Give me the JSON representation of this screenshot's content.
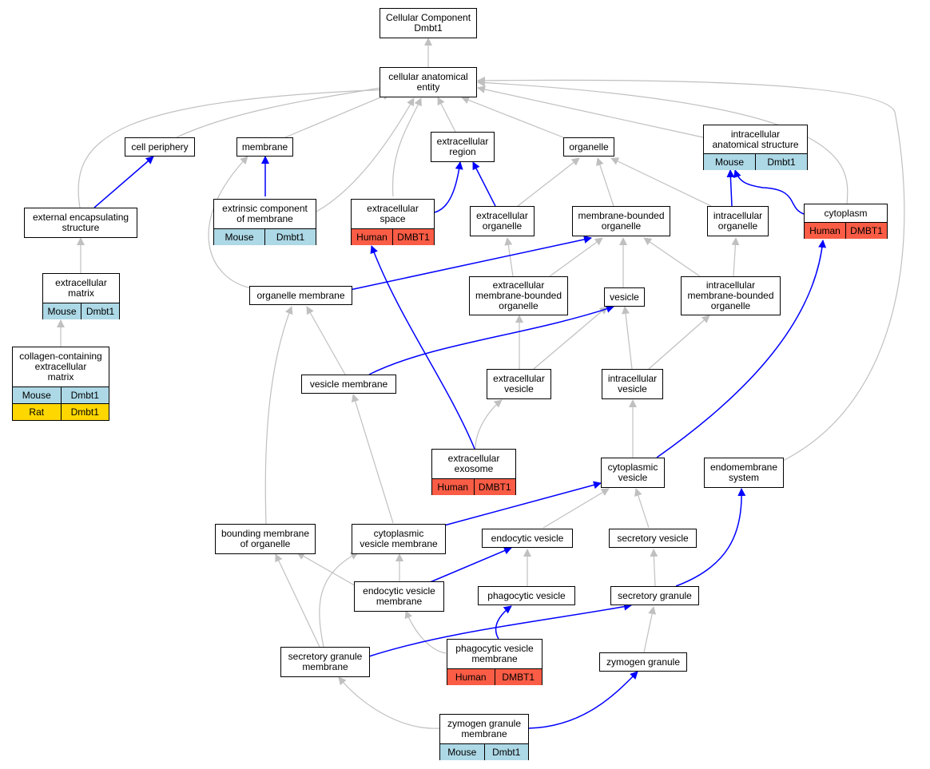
{
  "colors": {
    "mouse": "#add8e6",
    "rat": "#ffd700",
    "human": "#fa5c45",
    "edge_gray": "#c0c0c0",
    "edge_blue": "#0000ff"
  },
  "nodes": {
    "root": {
      "label": "Cellular Component\nDmbt1"
    },
    "cae": {
      "label": "cellular anatomical\nentity"
    },
    "cellper": {
      "label": "cell periphery"
    },
    "membrane": {
      "label": "membrane"
    },
    "extreg": {
      "label": "extracellular\nregion"
    },
    "organelle": {
      "label": "organelle"
    },
    "intanat": {
      "label": "intracellular\nanatomical structure",
      "rows": [
        [
          "Mouse",
          "Dmbt1"
        ]
      ]
    },
    "extencap": {
      "label": "external encapsulating\nstructure"
    },
    "extrinsic": {
      "label": "extrinsic component\nof membrane",
      "rows": [
        [
          "Mouse",
          "Dmbt1"
        ]
      ]
    },
    "extspace": {
      "label": "extracellular\nspace",
      "rows": [
        [
          "Human",
          "DMBT1"
        ]
      ]
    },
    "extorg": {
      "label": "extracellular\norganelle"
    },
    "membound": {
      "label": "membrane-bounded\norganelle"
    },
    "intorg": {
      "label": "intracellular\norganelle"
    },
    "cytoplasm": {
      "label": "cytoplasm",
      "rows": [
        [
          "Human",
          "DMBT1"
        ]
      ]
    },
    "extmatrix": {
      "label": "extracellular\nmatrix",
      "rows": [
        [
          "Mouse",
          "Dmbt1"
        ]
      ]
    },
    "orgmem": {
      "label": "organelle membrane"
    },
    "extmbo": {
      "label": "extracellular\nmembrane-bounded\norganelle"
    },
    "vesicle": {
      "label": "vesicle"
    },
    "intmbo": {
      "label": "intracellular\nmembrane-bounded\norganelle"
    },
    "collagen": {
      "label": "collagen-containing\nextracellular\nmatrix",
      "rows": [
        [
          "Mouse",
          "Dmbt1"
        ],
        [
          "Rat",
          "Dmbt1"
        ]
      ]
    },
    "vesmem": {
      "label": "vesicle membrane"
    },
    "extves": {
      "label": "extracellular\nvesicle"
    },
    "intves": {
      "label": "intracellular\nvesicle"
    },
    "exosome": {
      "label": "extracellular\nexosome",
      "rows": [
        [
          "Human",
          "DMBT1"
        ]
      ]
    },
    "cytoves": {
      "label": "cytoplasmic\nvesicle"
    },
    "endomem": {
      "label": "endomembrane\nsystem"
    },
    "bounding": {
      "label": "bounding membrane\nof organelle"
    },
    "cytovesmem": {
      "label": "cytoplasmic\nvesicle membrane"
    },
    "endoves": {
      "label": "endocytic vesicle"
    },
    "secves": {
      "label": "secretory vesicle"
    },
    "endovesmem": {
      "label": "endocytic vesicle\nmembrane"
    },
    "phagoves": {
      "label": "phagocytic vesicle"
    },
    "secgran": {
      "label": "secretory granule"
    },
    "phagovesmem": {
      "label": "phagocytic vesicle\nmembrane",
      "rows": [
        [
          "Human",
          "DMBT1"
        ]
      ]
    },
    "secgranmem": {
      "label": "secretory granule\nmembrane"
    },
    "zymogen": {
      "label": "zymogen granule"
    },
    "zymogenmem": {
      "label": "zymogen granule\nmembrane",
      "rows": [
        [
          "Mouse",
          "Dmbt1"
        ]
      ]
    }
  }
}
